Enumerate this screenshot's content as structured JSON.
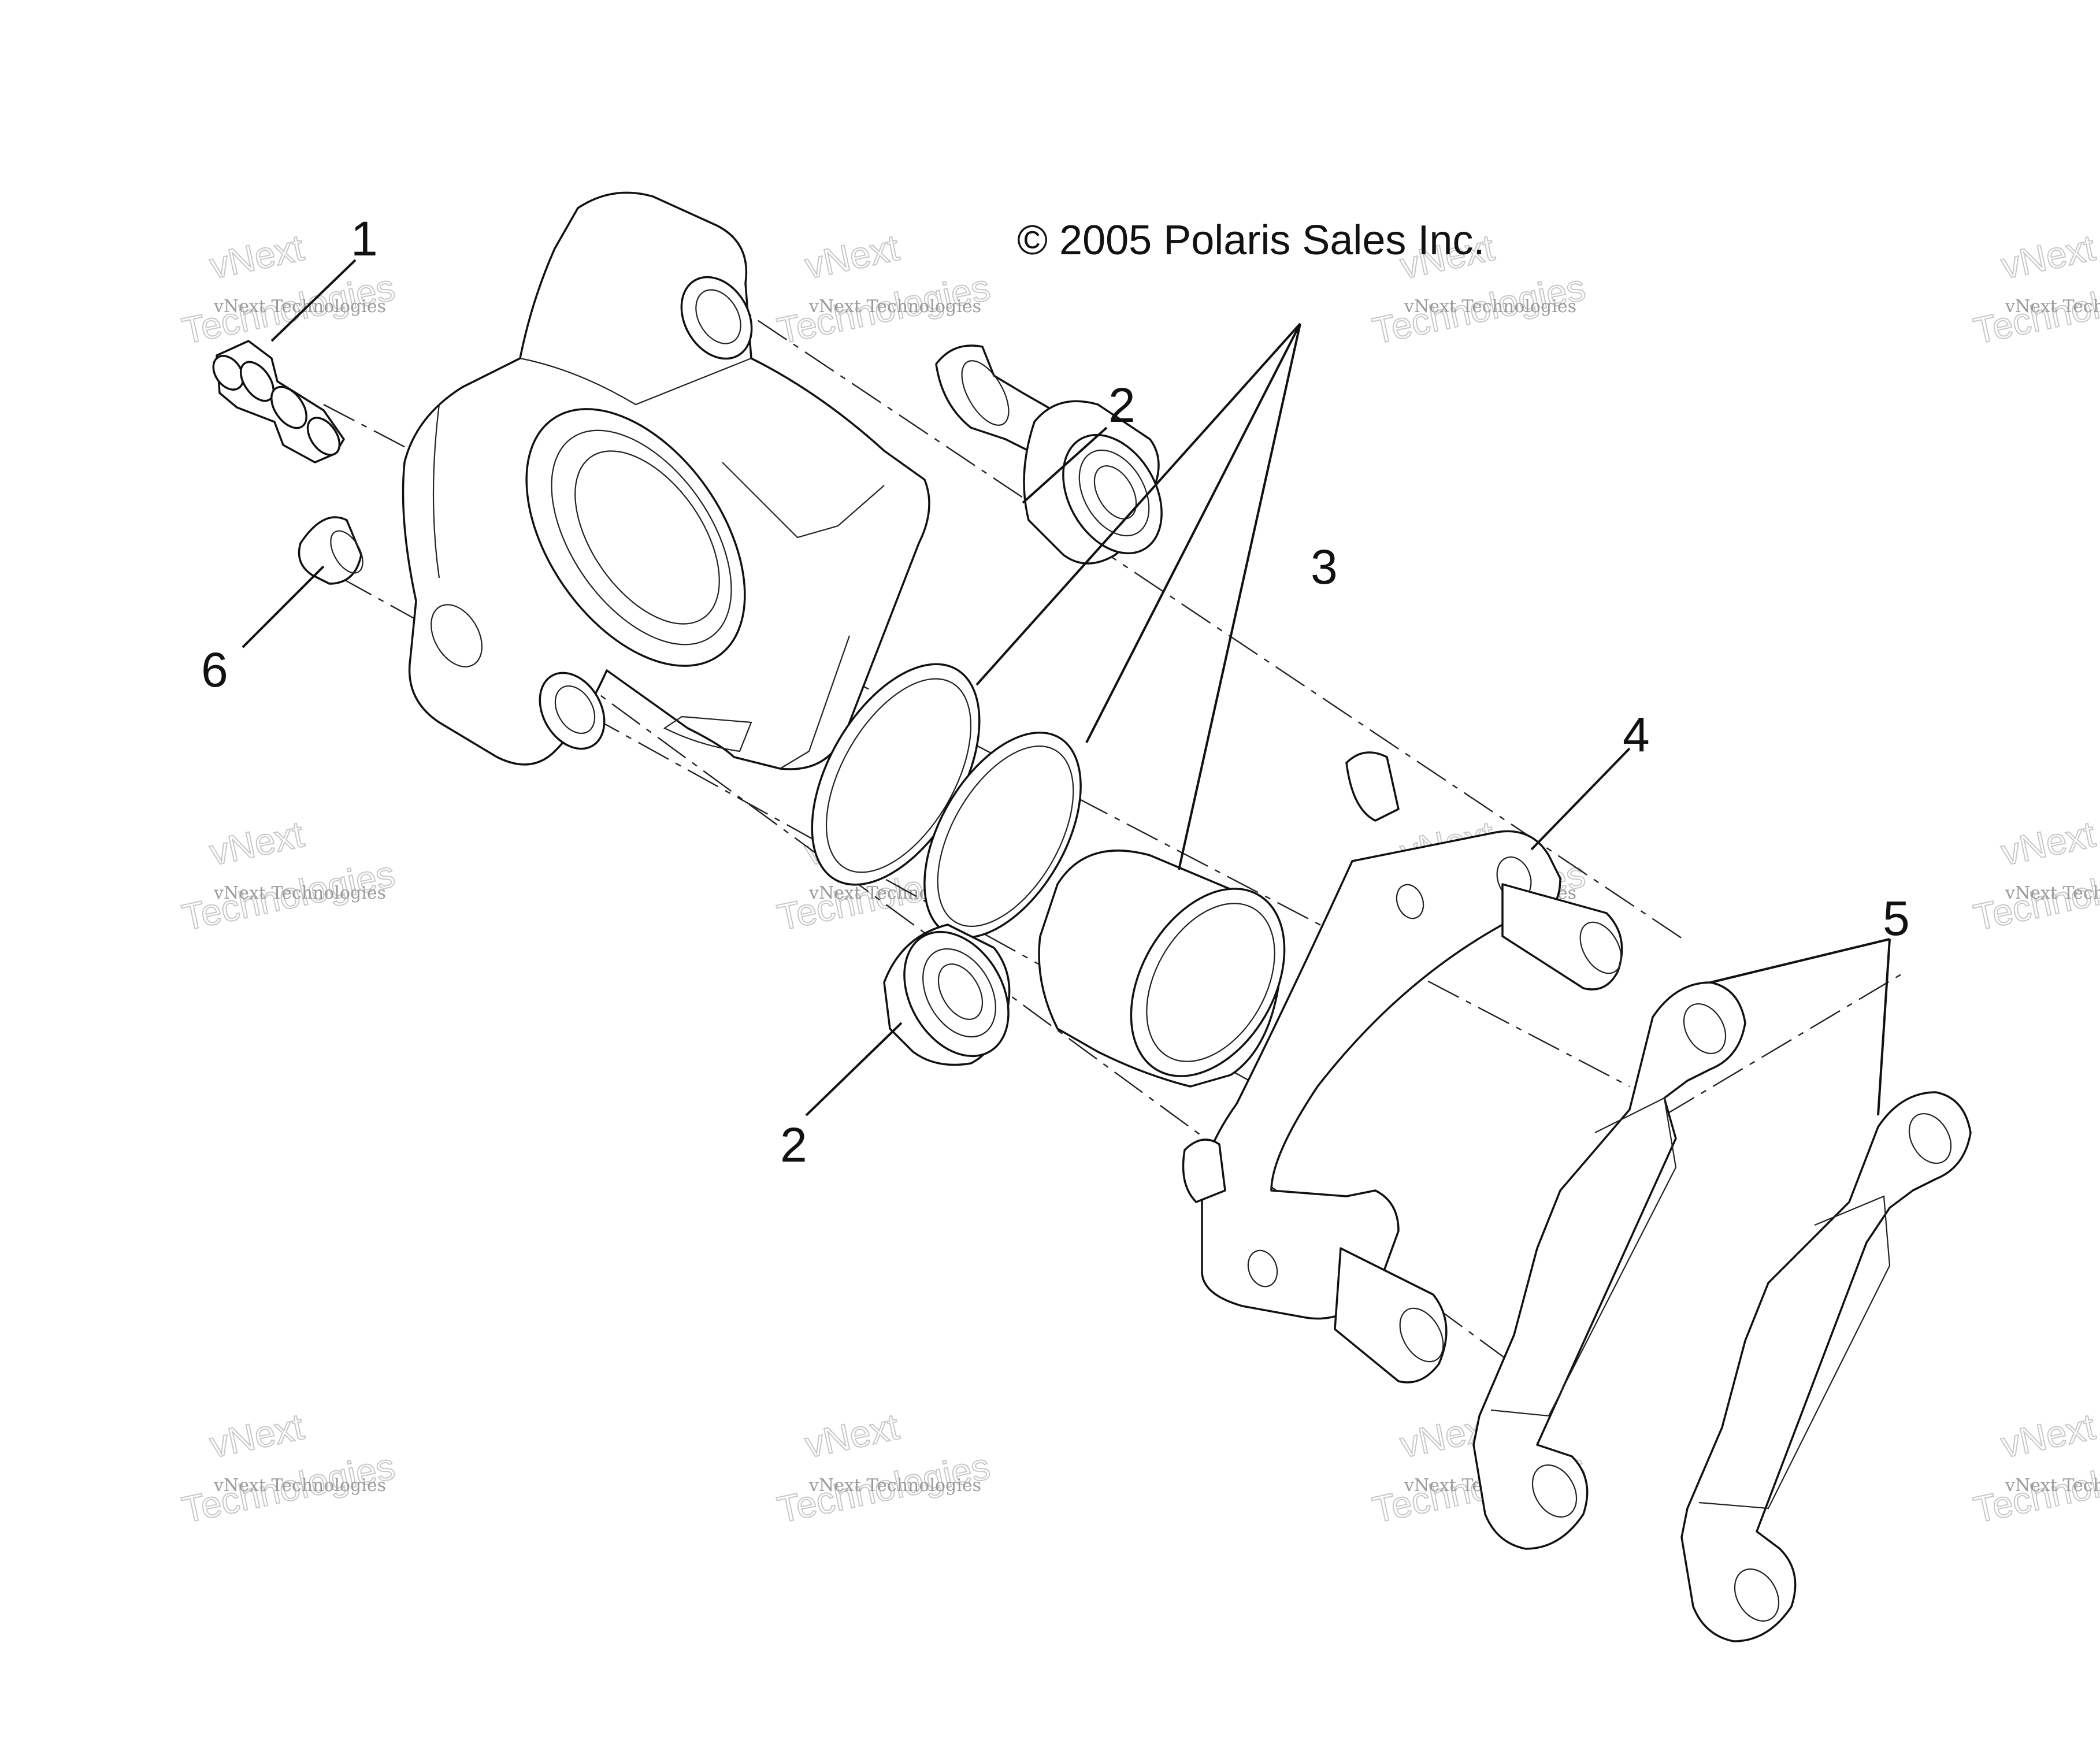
{
  "copyright": "© 2005 Polaris Sales Inc.",
  "watermark": {
    "line1": "vNext Technologies",
    "line2": "vNext",
    "line3": "Technologies"
  },
  "callouts": [
    {
      "id": "1",
      "label": "1"
    },
    {
      "id": "2a",
      "label": "2"
    },
    {
      "id": "2b",
      "label": "2"
    },
    {
      "id": "3",
      "label": "3"
    },
    {
      "id": "4",
      "label": "4"
    },
    {
      "id": "5",
      "label": "5"
    },
    {
      "id": "6",
      "label": "6"
    }
  ],
  "colors": {
    "line": "#111111",
    "background": "#ffffff",
    "watermark": "#9a9a9a"
  }
}
